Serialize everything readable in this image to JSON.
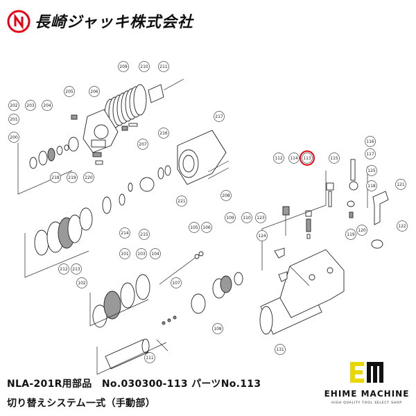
{
  "header": {
    "company_name": "長崎ジャッキ株式会社",
    "logo_icon": "ns-logo-icon",
    "logo_color": "#e60012"
  },
  "diagram": {
    "highlight_color": "#e60012",
    "highlighted_part": "113",
    "part_labels": [
      "200",
      "201",
      "202",
      "203",
      "204",
      "205",
      "206",
      "207",
      "208",
      "209",
      "210",
      "211",
      "212",
      "213",
      "214",
      "215",
      "216",
      "217",
      "218",
      "219",
      "220",
      "221",
      "101",
      "102",
      "103",
      "104",
      "105",
      "106",
      "107",
      "108",
      "109",
      "110",
      "111",
      "112",
      "113",
      "114",
      "115",
      "116",
      "117",
      "118",
      "119",
      "120",
      "121",
      "122",
      "123",
      "124",
      "125",
      "131"
    ]
  },
  "caption": {
    "line1": "NLA-201R用部品　No.030300-113 パーツNo.113",
    "line2": "切り替えシステム一式（手動部）"
  },
  "brand": {
    "name": "EHIME MACHINE",
    "tagline": "HIGH QUALITY TOOL SELECT SHOP",
    "mark_color": "#e8d800"
  }
}
